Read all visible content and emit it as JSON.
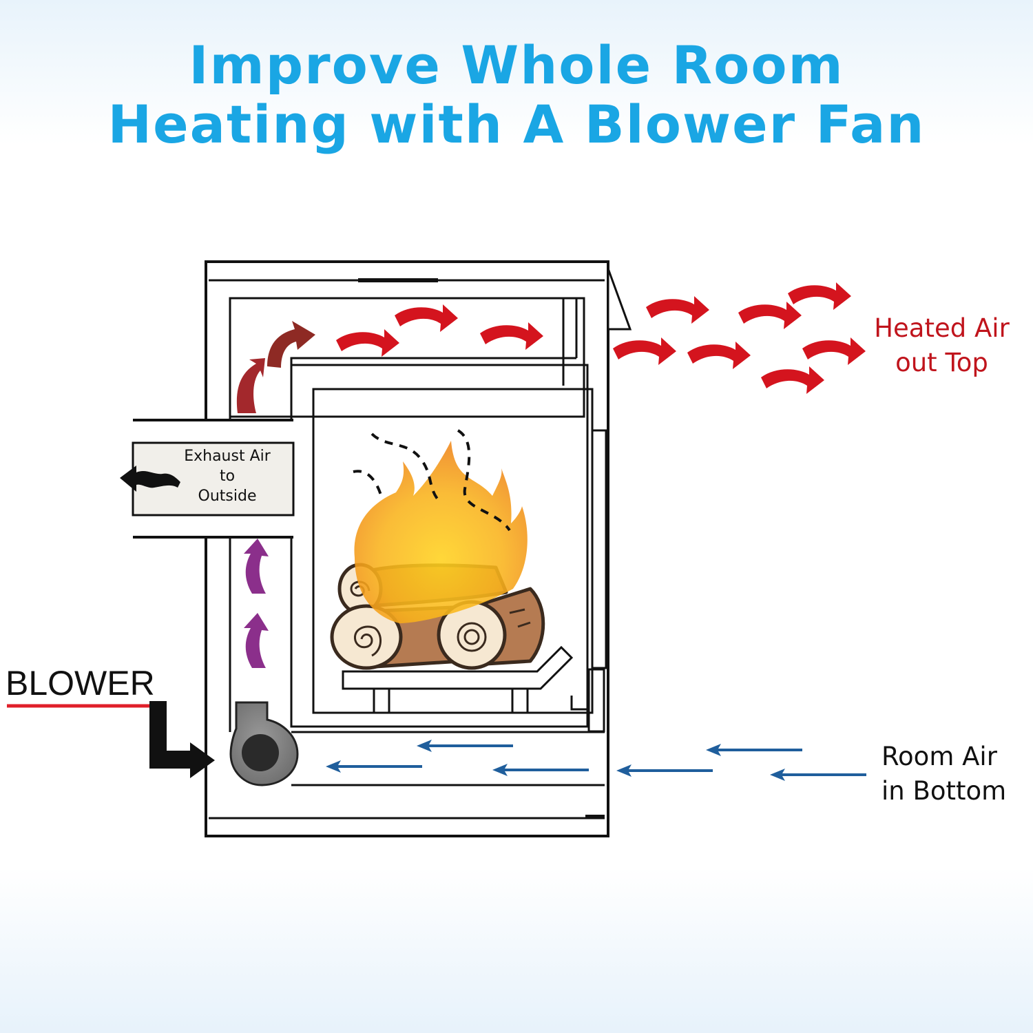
{
  "title": {
    "line1": "Improve Whole Room",
    "line2": "Heating with A Blower Fan"
  },
  "labels": {
    "heated_line1": "Heated Air",
    "heated_line2": "out Top",
    "room_line1": "Room Air",
    "room_line2": "in Bottom",
    "exhaust_line1": "Exhaust Air",
    "exhaust_line2": "to",
    "exhaust_line3": "Outside",
    "blower": "BLOWER"
  },
  "colors": {
    "title": "#1aa6e4",
    "heated_air": "#d4141e",
    "room_air": "#1f5e9c",
    "rising_air": "#8b2f8b",
    "warming_air": "#a3282c",
    "blower_wire": "#e0202a",
    "flame": "#f7a41a",
    "wood": "#b57b52"
  },
  "icons": [
    "fireplace-icon",
    "flame-icon",
    "logs-icon",
    "smoke-icon",
    "blower-fan-icon",
    "arrow-icon"
  ]
}
